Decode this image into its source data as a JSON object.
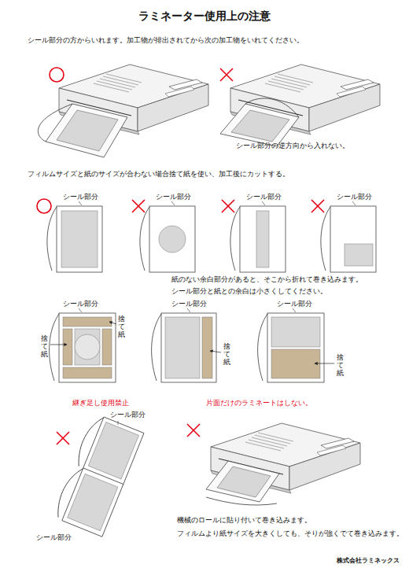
{
  "diagram": {
    "title": "ラミネーター使用上の注意",
    "labels": [
      "シール部分の方からいれます。加工物が排出されてから次の加工物をいれてください。",
      "シール部分の逆方向から入れない。",
      "フィルムサイズと紙のサイズが合わない場合捨て紙を使い、加工後にカットする。",
      "シール部分",
      "シール部分",
      "シール部分",
      "シール部分",
      "紙のない余白部分があると、そこから折れて巻き込みます。",
      "シール部分と紙との余白は小さくしてください。",
      "シール部分",
      "捨て紙",
      "捨て紙",
      "シール部分",
      "捨て紙",
      "シール部分",
      "捨て紙",
      "継ぎ足し使用禁止",
      "シール部分",
      "片面だけのラミネートはしない。",
      "機械のロールに貼り付いて巻き込みます。",
      "フィルムより紙サイズを大きくしても、そりが強くでて巻き込みます。",
      "シール部分",
      "株式会社ラミネックス"
    ]
  }
}
